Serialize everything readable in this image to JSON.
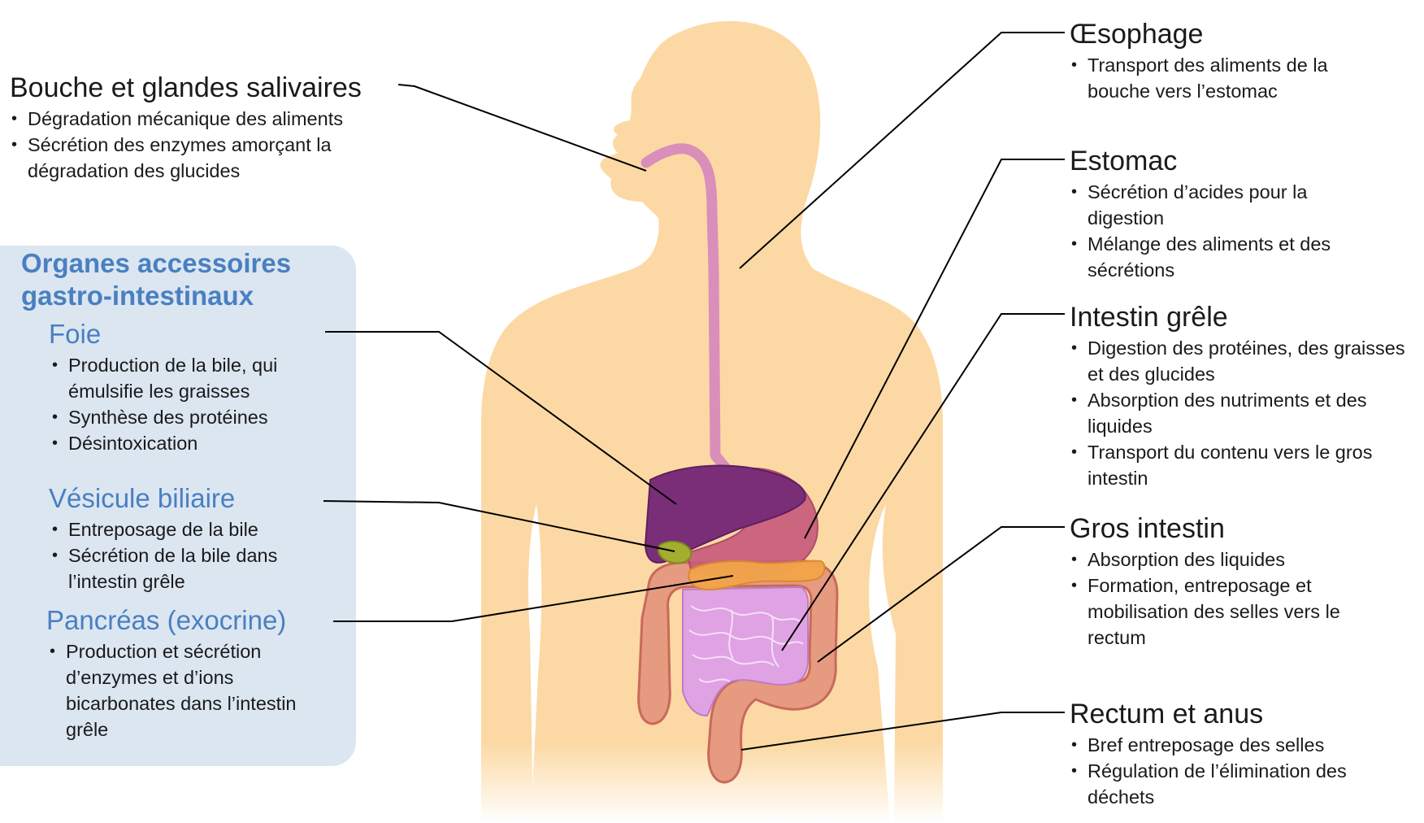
{
  "colors": {
    "body": "#fcd9a4",
    "panel": "#dbe6f1",
    "accent_text": "#4a7fc1",
    "esophagus": "#d98fba",
    "liver": "#7a2e78",
    "stomach": "#c95c7b",
    "gallbladder": "#a4ae2e",
    "pancreas": "#f2a54a",
    "colon": "#e69a80",
    "small_intestine": "#dfa3e3",
    "leader_line": "#000000"
  },
  "mouth": {
    "title": "Bouche et glandes salivaires",
    "bullets": [
      "Dégradation mécanique des aliments",
      "Sécrétion des enzymes amorçant la dégradation des glucides"
    ]
  },
  "accessory": {
    "heading": "Organes accessoires gastro-intestinaux",
    "liver": {
      "title": "Foie",
      "bullets": [
        "Production de la bile, qui émulsifie les graisses",
        "Synthèse des protéines",
        "Désintoxication"
      ]
    },
    "gallbladder": {
      "title": "Vésicule biliaire",
      "bullets": [
        "Entreposage de la bile",
        "Sécrétion de la bile dans l’intestin grêle"
      ]
    },
    "pancreas": {
      "title": "Pancréas (exocrine)",
      "bullets": [
        "Production et sécrétion d’enzymes et d’ions bicarbonates dans l’intestin grêle"
      ]
    }
  },
  "esophagus": {
    "title": "Œsophage",
    "bullets": [
      "Transport des aliments de la bouche vers l’estomac"
    ]
  },
  "stomach": {
    "title": "Estomac",
    "bullets": [
      "Sécrétion d’acides pour la digestion",
      "Mélange des aliments et des sécrétions"
    ]
  },
  "small_intestine": {
    "title": "Intestin grêle",
    "bullets": [
      "Digestion des protéines, des graisses et des glucides",
      "Absorption des nutriments et des liquides",
      "Transport du contenu vers le gros intestin"
    ]
  },
  "large_intestine": {
    "title": "Gros intestin",
    "bullets": [
      "Absorption des liquides",
      "Formation, entreposage et mobilisation des selles vers le rectum"
    ]
  },
  "rectum": {
    "title": "Rectum et anus",
    "bullets": [
      "Bref entreposage des selles",
      "Régulation de l’élimination des déchets"
    ]
  }
}
